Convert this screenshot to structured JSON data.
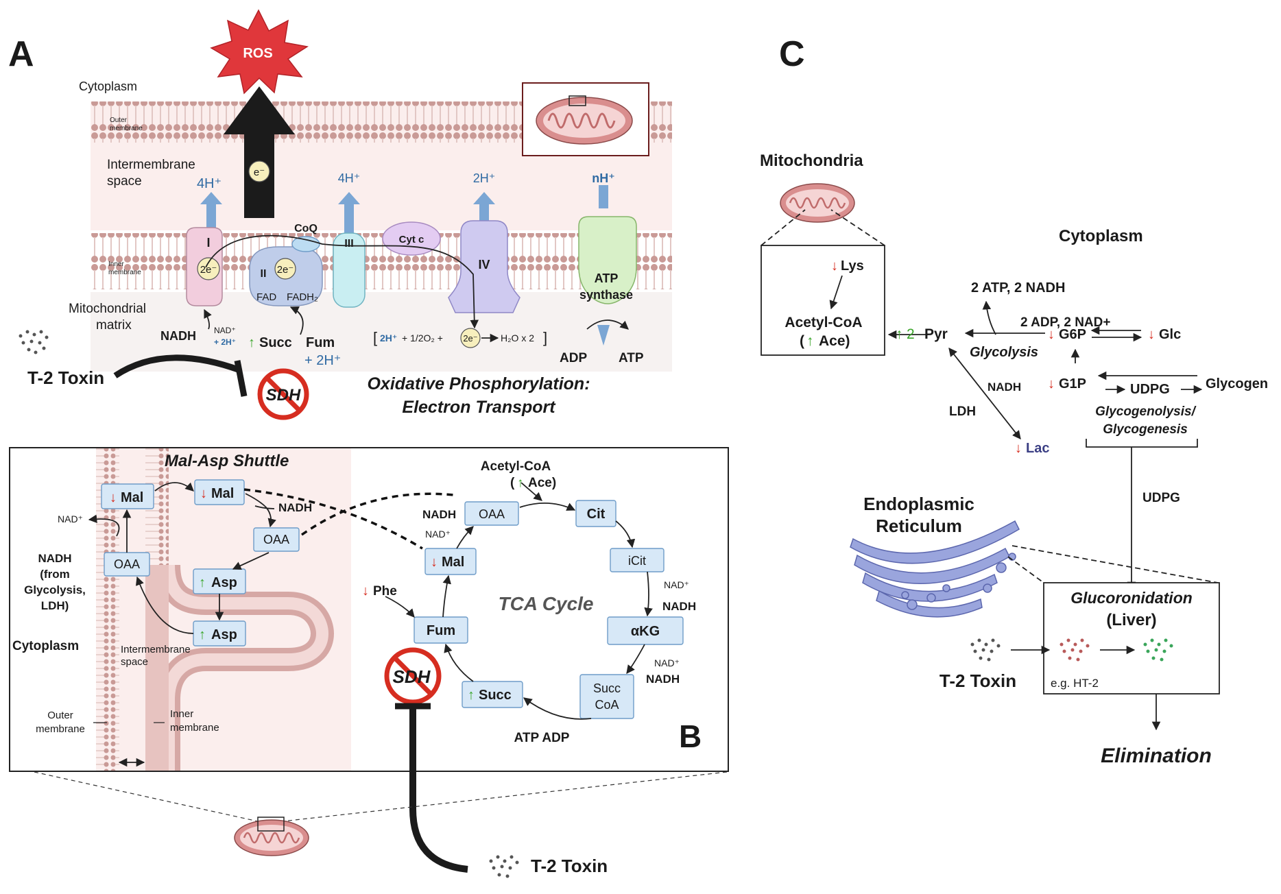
{
  "panels": {
    "a": "A",
    "b": "B",
    "c": "C"
  },
  "panel_a": {
    "ros": "ROS",
    "cytoplasm": "Cytoplasm",
    "outer_membrane": "Outer",
    "outer_membrane2": "membrane",
    "intermembrane": "Intermembrane",
    "intermembrane2": "space",
    "electron": "e⁻",
    "h4_a": "4H⁺",
    "h4_b": "4H⁺",
    "h2": "2H⁺",
    "nh": "nH⁺",
    "coq": "CoQ",
    "complex_i": "I",
    "complex_ii": "II",
    "complex_iii": "III",
    "complex_iv": "IV",
    "cytc": "Cyt c",
    "atp_synthase_1": "ATP",
    "atp_synthase_2": "synthase",
    "two_e_1": "2e⁻",
    "two_e_2": "2e⁻",
    "two_e_3": "2e⁻",
    "fad": "FAD",
    "fadh2": "FADH₂",
    "inner_membrane": "Inner",
    "inner_membrane2": "membrane",
    "matrix": "Mitochondrial",
    "matrix2": "matrix",
    "nadh": "NADH",
    "nad": "NAD⁺",
    "nad_2h": "+ 2H⁺",
    "succ": "Succ",
    "fum": "Fum",
    "fum_2h": "+ 2H⁺",
    "eq_2h": "2H⁺",
    "eq_mid": "+ 1/2O₂ +",
    "eq_end": "H₂O x 2",
    "adp": "ADP",
    "atp": "ATP",
    "toxin": "T-2 Toxin",
    "sdh": "SDH",
    "caption1": "Oxidative Phosphorylation:",
    "caption2": "Electron Transport"
  },
  "panel_b": {
    "title": "Mal-Asp Shuttle",
    "mal_left": "Mal",
    "mal_right": "Mal",
    "nadh_top": "NADH",
    "oaa_right": "OAA",
    "oaa_left": "OAA",
    "asp_top": "Asp",
    "asp_bottom": "Asp",
    "nad_left": "NAD⁺",
    "nadh_src1": "NADH",
    "nadh_src2": "(from",
    "nadh_src3": "Glycolysis,",
    "nadh_src4": "LDH)",
    "cytoplasm": "Cytoplasm",
    "intermembrane1": "Intermembrane",
    "intermembrane2": "space",
    "outer1": "Outer",
    "outer2": "membrane",
    "inner1": "Inner",
    "inner2": "membrane",
    "acetyl": "Acetyl-CoA",
    "ace": "Ace)",
    "oaa_tca": "OAA",
    "cit": "Cit",
    "icit": "iCit",
    "akg": "αKG",
    "succcoa1": "Succ",
    "succcoa2": "CoA",
    "succ": "Succ",
    "fum": "Fum",
    "mal_tca": "Mal",
    "phe": "Phe",
    "tca": "TCA Cycle",
    "nadh_oaa": "NADH",
    "nad_oaa": "NAD⁺",
    "nad_icit": "NAD⁺",
    "nadh_icit": "NADH",
    "nad_akg": "NAD⁺",
    "nadh_akg": "NADH",
    "atp_adp": "ATP ADP",
    "sdh": "SDH",
    "toxin": "T-2 Toxin"
  },
  "panel_c": {
    "mitochondria": "Mitochondria",
    "cytoplasm": "Cytoplasm",
    "lys": "Lys",
    "acetyl": "Acetyl-CoA",
    "ace": "Ace)",
    "pyr_num": "2",
    "pyr": "Pyr",
    "atp_nadh": "2 ATP, 2 NADH",
    "adp_nad": "2 ADP, 2 NAD+",
    "g6p": "G6P",
    "glc": "Glc",
    "glycolysis": "Glycolysis",
    "g1p": "G1P",
    "udpg": "UDPG",
    "glycogen": "Glycogen",
    "glycogenolysis1": "Glycogenolysis/",
    "glycogenolysis2": "Glycogenesis",
    "nadh": "NADH",
    "ldh": "LDH",
    "lac": "Lac",
    "udpg_down": "UDPG",
    "er1": "Endoplasmic",
    "er2": "Reticulum",
    "gluc1": "Glucoronidation",
    "gluc2": "(Liver)",
    "toxin": "T-2 Toxin",
    "ht2": "e.g. HT-2",
    "elimination": "Elimination"
  },
  "colors": {
    "up": "#3aa52a",
    "down": "#d62d20",
    "box": "#d7e8f7",
    "blue_text": "#2f6aa3"
  },
  "icons": [
    "ros-burst-icon",
    "mitochondrion-icon",
    "no-symbol-icon",
    "toxin-dots-icon",
    "er-icon"
  ]
}
